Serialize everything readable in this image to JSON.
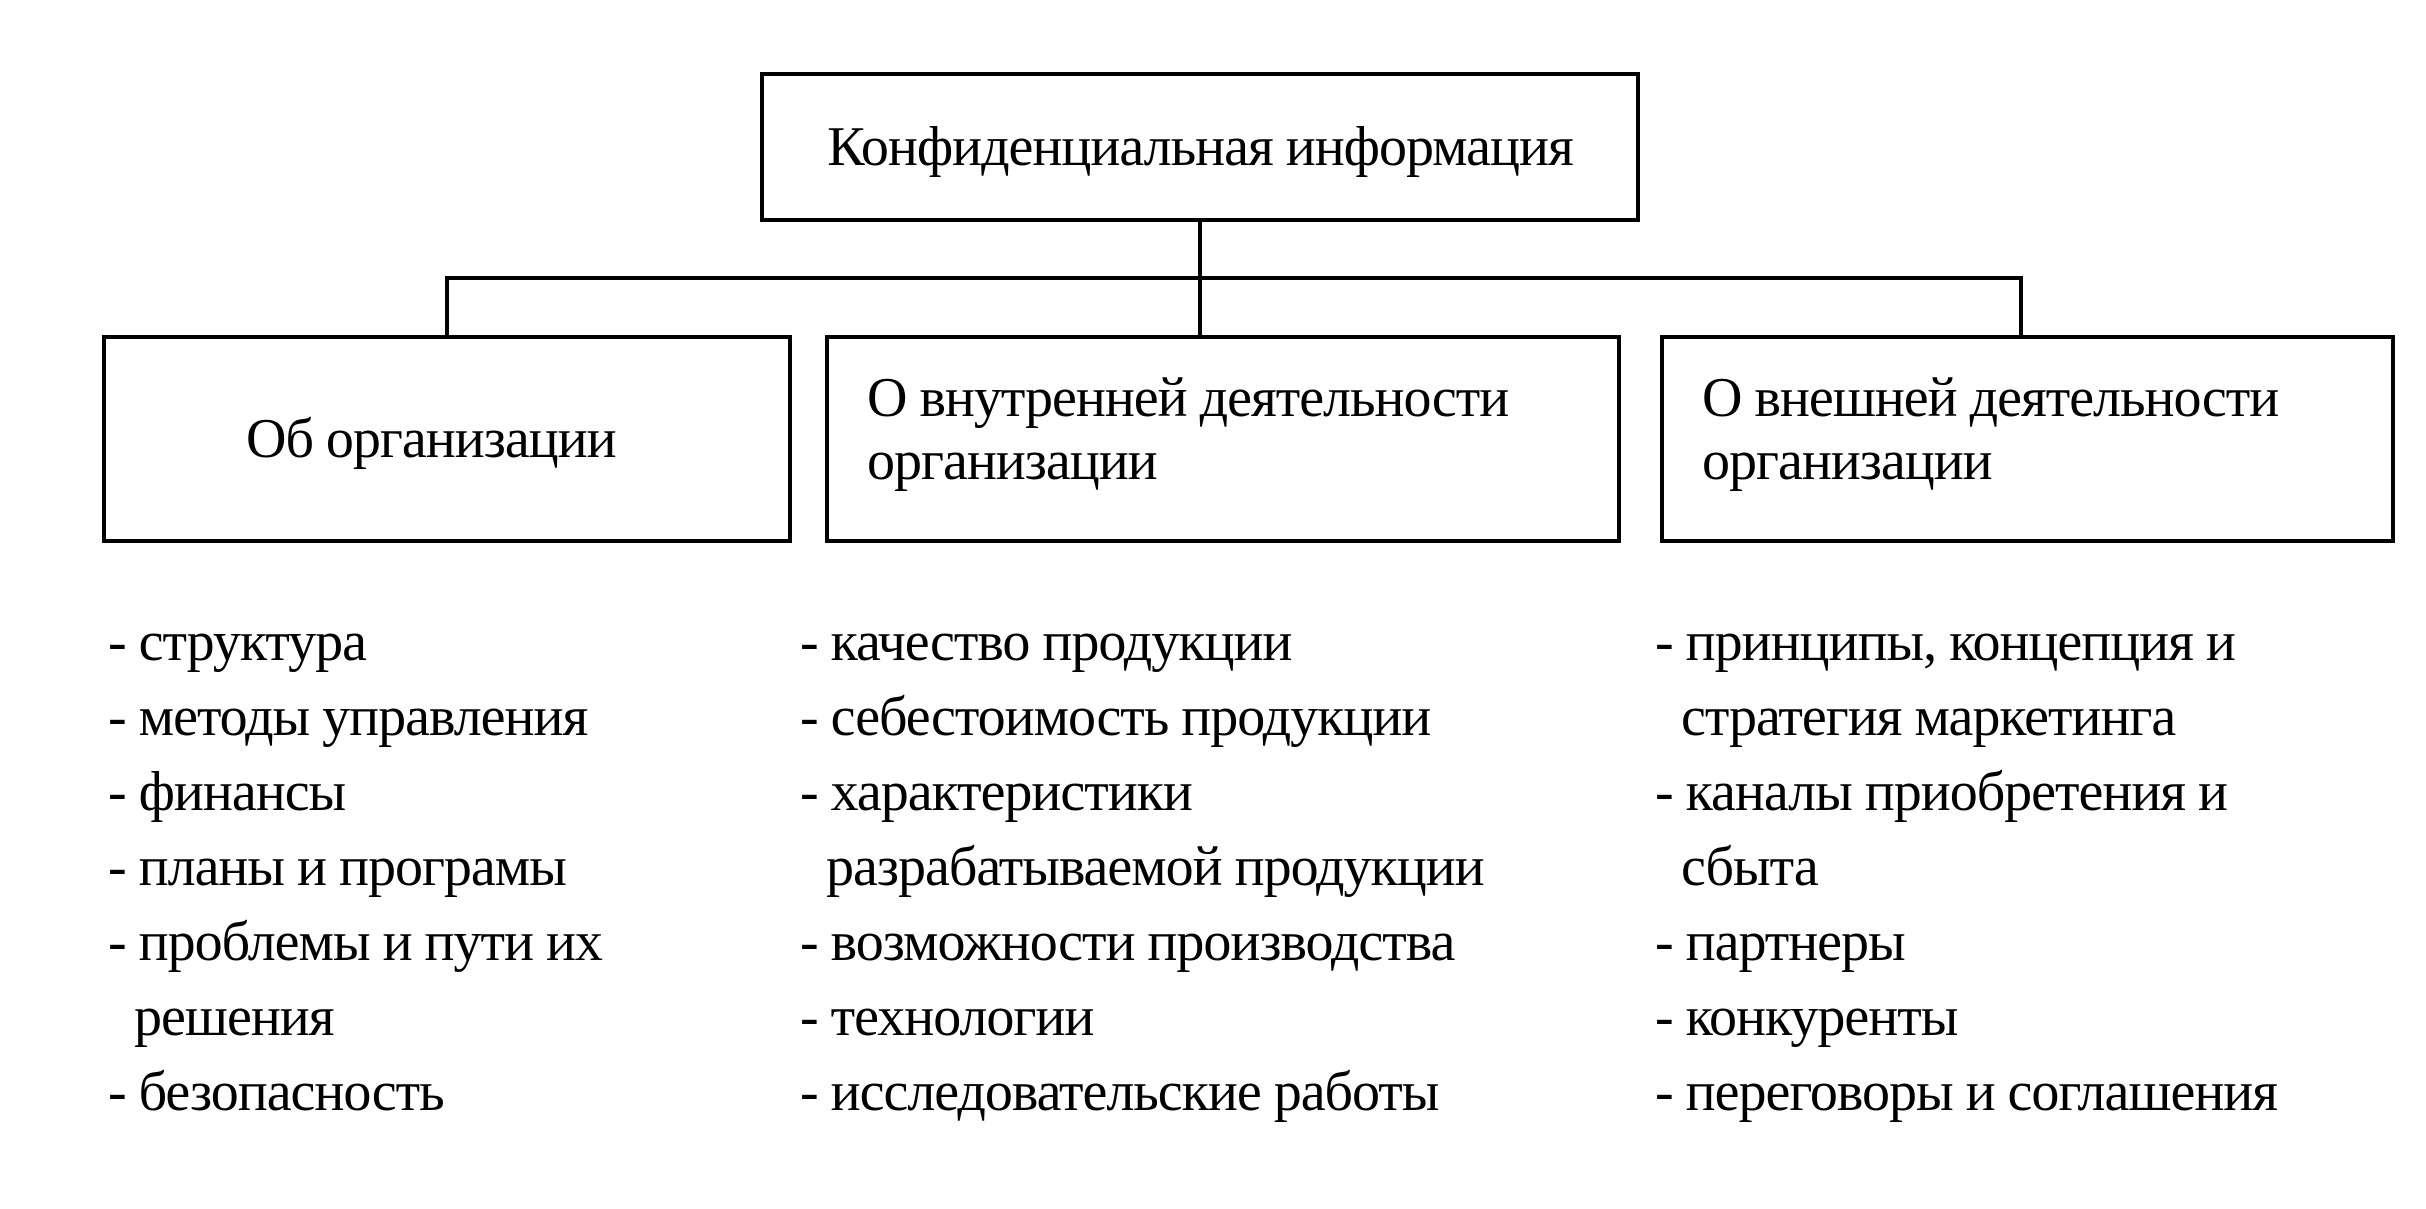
{
  "root": {
    "label": "Конфиденциальная информация"
  },
  "categories": [
    {
      "label_lines": [
        "Об  организации"
      ],
      "items": [
        "- структура",
        "- методы управления",
        "- финансы",
        "- планы и програмы",
        "- проблемы и пути их",
        "  решения",
        "- безопасность"
      ]
    },
    {
      "label_lines": [
        "О внутренней деятельности",
        "организации"
      ],
      "items": [
        "- качество продукции",
        "- себестоимость продукции",
        "- характеристики",
        "  разрабатываемой продукции",
        "- возможности производства",
        "- технологии",
        "- исследовательские работы"
      ]
    },
    {
      "label_lines": [
        "О внешней деятельности",
        "организации"
      ],
      "items": [
        "- принципы, концепция и",
        "  стратегия маркетинга",
        "- каналы приобретения и",
        "  сбыта",
        "- партнеры",
        "- конкуренты",
        "- переговоры и соглашения"
      ]
    }
  ]
}
